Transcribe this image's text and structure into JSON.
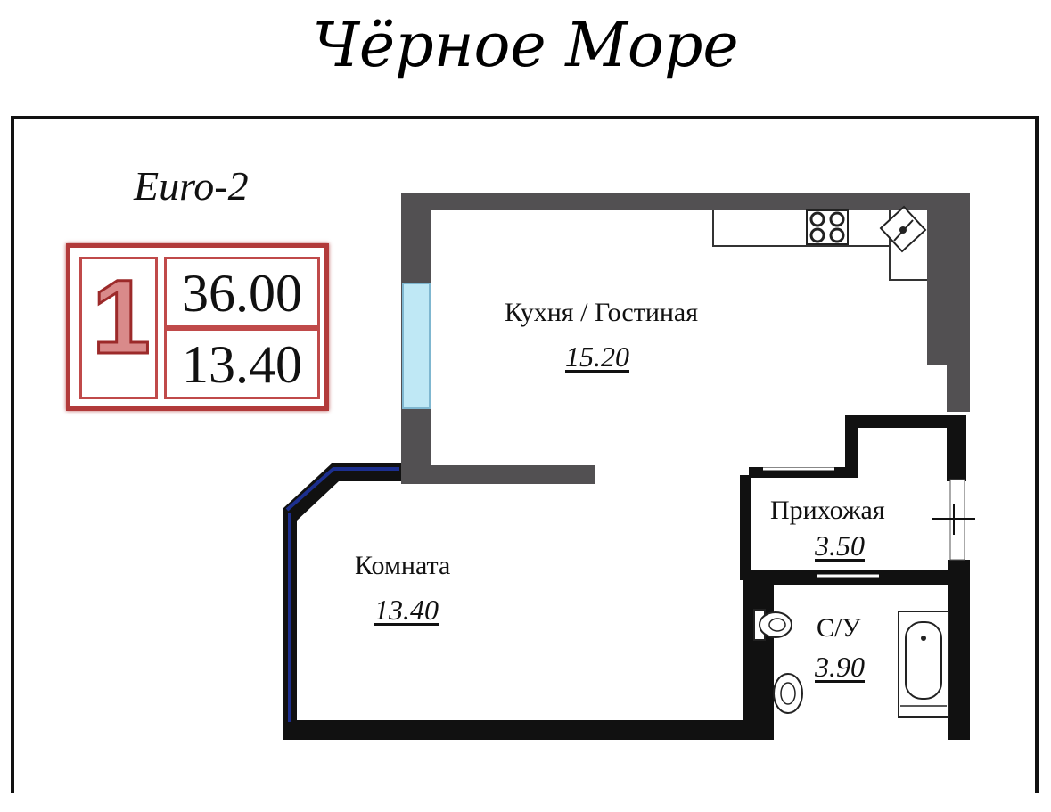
{
  "title": "Чёрное Море",
  "layout_type": "Euro-2",
  "badge": {
    "rooms": "1",
    "total_area": "36.00",
    "living_area": "13.40"
  },
  "rooms": {
    "kitchen": {
      "label": "Кухня / Гостиная",
      "area": "15.20"
    },
    "hall": {
      "label": "Прихожая",
      "area": "3.50"
    },
    "bathroom": {
      "label": "С/У",
      "area": "3.90"
    },
    "room": {
      "label": "Комната",
      "area": "13.40"
    }
  },
  "colors": {
    "wall": "#525052",
    "window": "#bfe8f5",
    "badge_red": "#b23a3a",
    "outline": "#111111"
  }
}
